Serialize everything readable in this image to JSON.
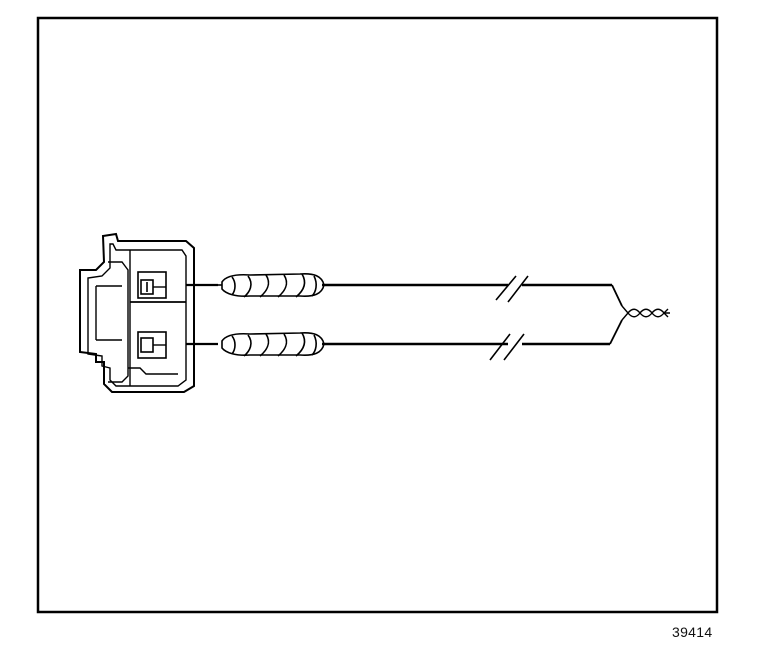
{
  "figure": {
    "number": "39414"
  },
  "diagram": {
    "components": [
      "connector",
      "terminal-1",
      "terminal-2",
      "wire-1",
      "wire-2",
      "twisted-pair"
    ]
  }
}
